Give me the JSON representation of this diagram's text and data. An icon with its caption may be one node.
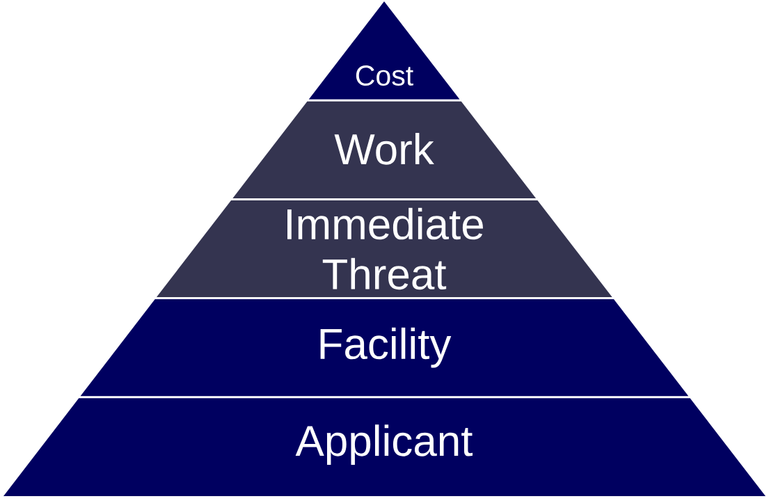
{
  "diagram": {
    "nodes": [
      {
        "text": [
          "Cost"
        ]
      },
      {
        "text": [
          "Work"
        ]
      },
      {
        "text": [
          "Immediate Threat"
        ]
      },
      {
        "text": [
          "Facility"
        ]
      },
      {
        "text": [
          "Applicant"
        ]
      }
    ]
  }
}
